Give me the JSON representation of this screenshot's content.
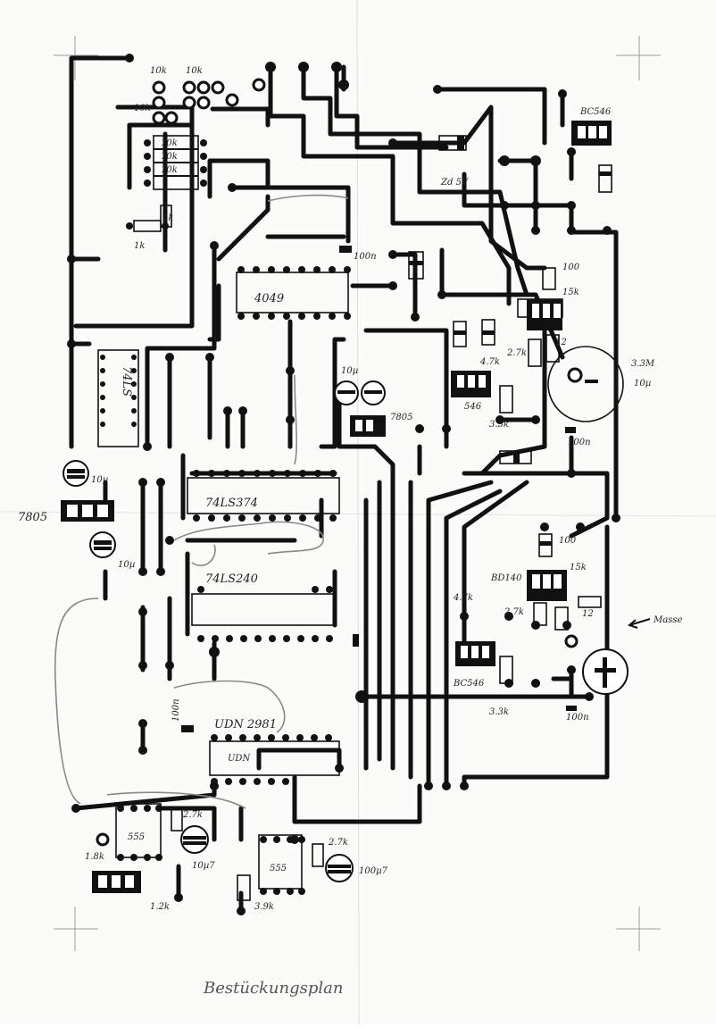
{
  "labels": {
    "ic_4049": "4049",
    "ic_74ls374": "74LS374",
    "ic_74ls240": "74LS240",
    "ic_74ls": "74LS",
    "ic_udn_top": "UDN 2981",
    "ic_udn_inner": "UDN",
    "ic_555_left": "555",
    "ic_555_right": "555",
    "reg_7805_left": "7805",
    "reg_7805_mid": "7805",
    "tr_bc546_top": "BC546",
    "tr_bc546_mid": "546",
    "tr_bc546_low": "BC546",
    "tr_bd140": "BD140",
    "zener": "Zd 5V",
    "r_10k_a": "10k",
    "r_10k_b": "10k",
    "r_10k_c": "10k",
    "r_10k_d": "10k",
    "r_10k_e": "10k",
    "r_10k_f": "10k",
    "r_1k_a": "1k",
    "r_1k_b": "1k",
    "c_100n_a": "100n",
    "c_100n_b": "100n",
    "c_100n_c": "100n",
    "c_100n_d": "100n",
    "c_10u_a": "10µ",
    "c_10u_b": "10µ",
    "c_10u_c": "10µ",
    "c_10u_d": "10µ",
    "c_10u7_a": "10µ7",
    "c_100u7": "100µ7",
    "r_100_a": "100",
    "r_100_b": "100",
    "r_15k_a": "15k",
    "r_15k_b": "15k",
    "r_47k_a": "4.7k",
    "r_47k_b": "4.7k",
    "r_27k_a": "2.7k",
    "r_27k_b": "2.7k",
    "r_27k_c": "2.7k",
    "r_27k_d": "2.7k",
    "r_33k_a": "3.3k",
    "r_33k_b": "3.3k",
    "r_12_a": "12",
    "r_12_b": "12",
    "r_18k": "1.8k",
    "r_12k": "1.2k",
    "r_39k": "3.9k",
    "r_33m": "3.3M",
    "masse": "Masse",
    "title_handwritten": "Bestückungsplan"
  },
  "colors": {
    "paper": "#fbfbfa",
    "trace": "#111111",
    "pencil": "#888888"
  }
}
